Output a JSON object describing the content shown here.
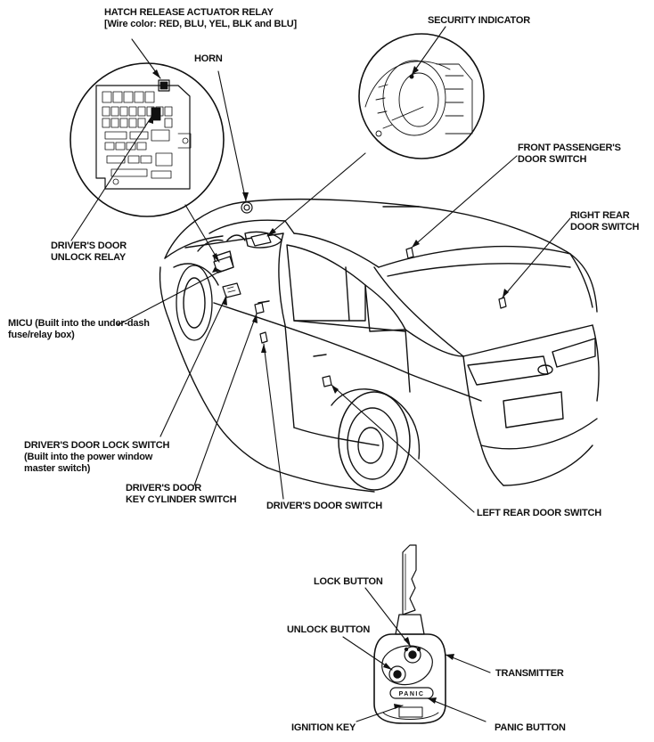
{
  "labels": {
    "hatch_relay": {
      "line1": "HATCH RELEASE ACTUATOR RELAY",
      "line2": "[Wire color: RED, BLU, YEL, BLK and BLU]"
    },
    "horn": "HORN",
    "security_indicator": "SECURITY INDICATOR",
    "front_passenger_door_switch": {
      "line1": "FRONT PASSENGER'S",
      "line2": "DOOR SWITCH"
    },
    "right_rear_door_switch": {
      "line1": "RIGHT REAR",
      "line2": "DOOR SWITCH"
    },
    "drivers_door_unlock_relay": {
      "line1": "DRIVER'S DOOR",
      "line2": "UNLOCK RELAY"
    },
    "micu": {
      "line1": "MICU (Built into the under-dash",
      "line2": "fuse/relay box)"
    },
    "drivers_door_lock_switch": {
      "line1": "DRIVER'S DOOR LOCK SWITCH",
      "line2": "(Built into the power window",
      "line3": "master switch)"
    },
    "drivers_door_key_cylinder_switch": {
      "line1": "DRIVER'S DOOR",
      "line2": "KEY CYLINDER SWITCH"
    },
    "drivers_door_switch": "DRIVER'S DOOR SWITCH",
    "left_rear_door_switch": "LEFT REAR DOOR SWITCH",
    "lock_button": "LOCK BUTTON",
    "unlock_button": "UNLOCK BUTTON",
    "transmitter": "TRANSMITTER",
    "ignition_key": "IGNITION KEY",
    "panic_button": "PANIC BUTTON"
  },
  "key_fob": {
    "panic_text": "PANIC"
  },
  "colors": {
    "ink": "#111111",
    "background": "#ffffff"
  }
}
